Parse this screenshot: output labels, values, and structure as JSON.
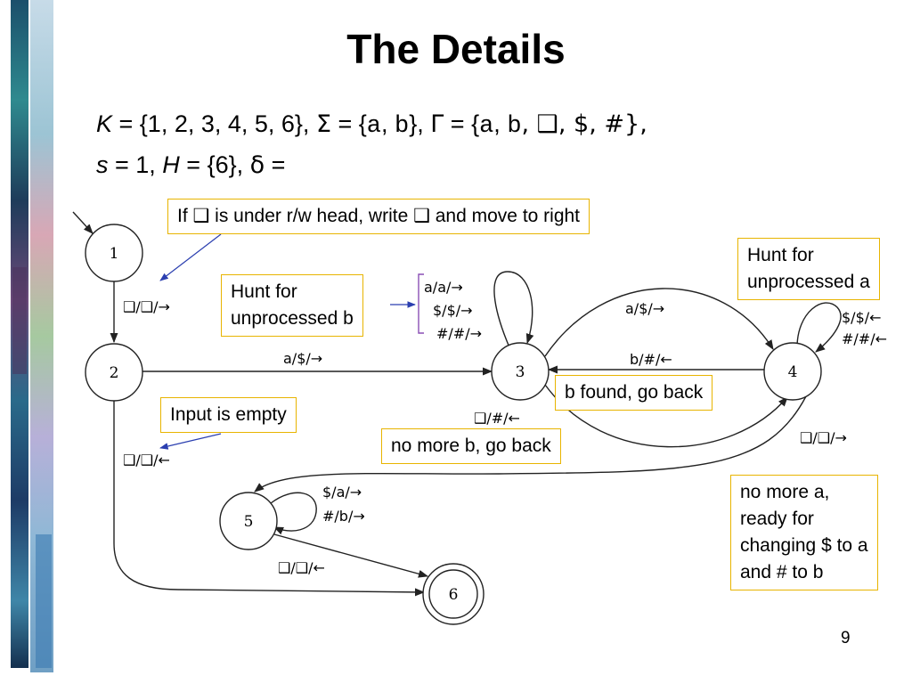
{
  "slide": {
    "title": "The Details",
    "page_number": "9"
  },
  "definition": {
    "line1": {
      "k_var": "K",
      "k_value": " = {1, 2, 3, 4, 5, 6}, ",
      "sigma": "Σ",
      "sigma_eq": " = {",
      "sigma_a": "a",
      "sigma_comma": ", ",
      "sigma_b": "b",
      "sigma_end": "}, ",
      "gamma": "Γ",
      "gamma_eq": " = {",
      "gamma_a": "a",
      "gamma_comma": ", ",
      "gamma_b": "b",
      "gamma_rest": ", ❑, $, #},"
    },
    "line2": {
      "s_var": "s",
      "s_value": " = 1,  ",
      "h_var": "H",
      "h_value": " = {6}, ",
      "delta": "δ",
      "delta_eq": " ="
    }
  },
  "states": {
    "s1": "1",
    "s2": "2",
    "s3": "3",
    "s4": "4",
    "s5": "5",
    "s6": "6"
  },
  "transitions": {
    "t1_2": "❑/❑/→",
    "t2_3": "a/$/→",
    "t3_3_a": "a/a/→",
    "t3_3_dollar": "$/$/→",
    "t3_3_hash": "#/#/→",
    "t3_4": "a/$/→",
    "t4_3": "b/#/←",
    "t4_4_dollar": "$/$/←",
    "t4_4_hash": "#/#/←",
    "t3_4_lower": "❑/#/←",
    "t4_5": "❑/❑/→",
    "t2_lower": "❑/❑/←",
    "t5_5_dollar": "$/a/→",
    "t5_5_hash": "#/b/→",
    "t5_6": "❑/❑/←"
  },
  "notes": {
    "note_blank_right": "If ❑ is under r/w head, write ❑ and move to right",
    "note_hunt_b": [
      "Hunt for",
      "unprocessed b"
    ],
    "note_hunt_a": [
      "Hunt for",
      "unprocessed a"
    ],
    "note_b_found": "b found, go back",
    "note_input_empty": "Input is empty",
    "note_no_more_b": "no more b, go back",
    "note_no_more_a": [
      "no more a,",
      "ready for",
      "changing $ to a",
      "and # to b"
    ]
  },
  "colors": {
    "note_border": "#e8b400",
    "pointer_blue": "#2b3fb0",
    "brace_purple": "#8a4fb5",
    "state_stroke": "#222222"
  }
}
